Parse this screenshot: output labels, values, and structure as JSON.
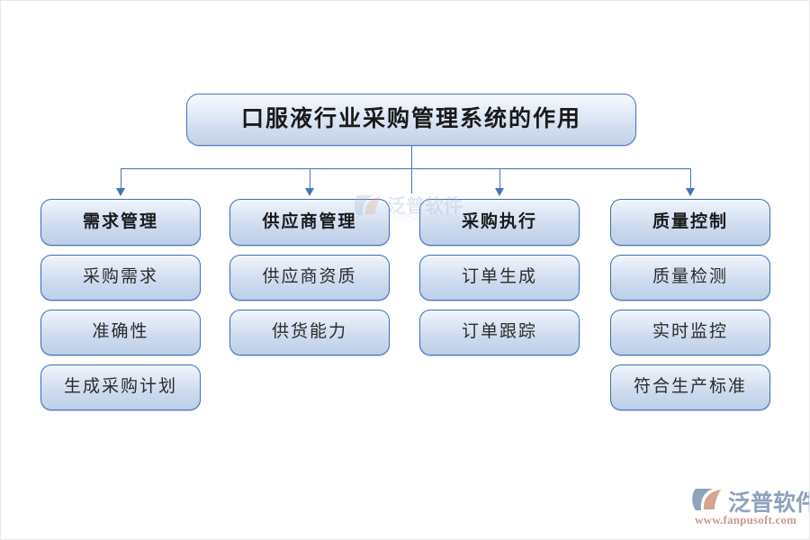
{
  "diagram": {
    "title": "口服液行业采购管理系统的作用",
    "columns": [
      {
        "header": "需求管理",
        "items": [
          "采购需求",
          "准确性",
          "生成采购计划"
        ]
      },
      {
        "header": "供应商管理",
        "items": [
          "供应商资质",
          "供货能力"
        ]
      },
      {
        "header": "采购执行",
        "items": [
          "订单生成",
          "订单跟踪"
        ]
      },
      {
        "header": "质量控制",
        "items": [
          "质量检测",
          "实时监控",
          "符合生产标准"
        ]
      }
    ]
  },
  "watermark": {
    "brand": "泛普软件",
    "brand_en": "FANPU SOFTWARE"
  },
  "logo": {
    "brand": "泛普软件",
    "url": "www.fanpusoft.com"
  },
  "colors": {
    "box_border": "#3f6fb5",
    "connector": "#4472b8",
    "box_fill_top": "#f2f6fc",
    "box_fill_bottom": "#bdcfe8",
    "page_background": "#ffffff"
  }
}
